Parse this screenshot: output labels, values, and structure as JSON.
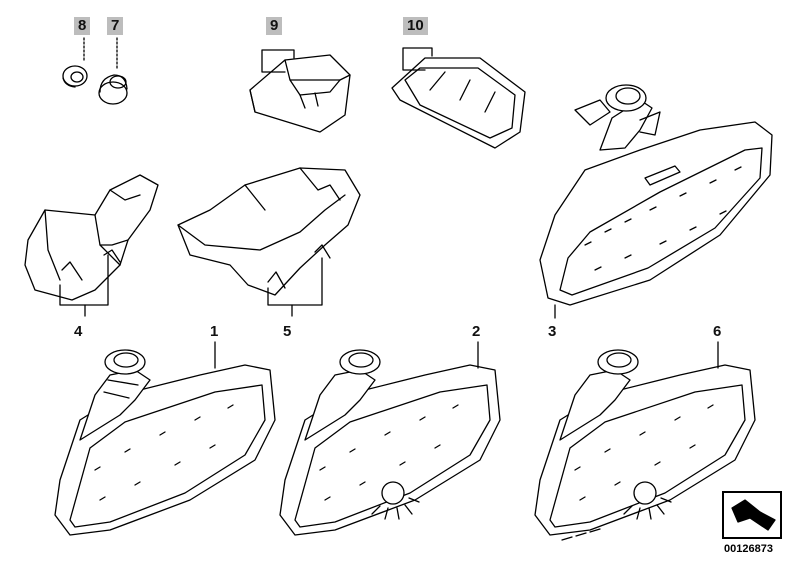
{
  "diagram": {
    "part_numbers": {
      "p8": "8",
      "p7": "7",
      "p9": "9",
      "p10": "10",
      "p4": "4",
      "p5": "5",
      "p3": "3",
      "p1": "1",
      "p2": "2",
      "p6": "6"
    },
    "drawing_code": "00126873",
    "highlight_color": "#bdbdbd",
    "line_color": "#000000"
  }
}
